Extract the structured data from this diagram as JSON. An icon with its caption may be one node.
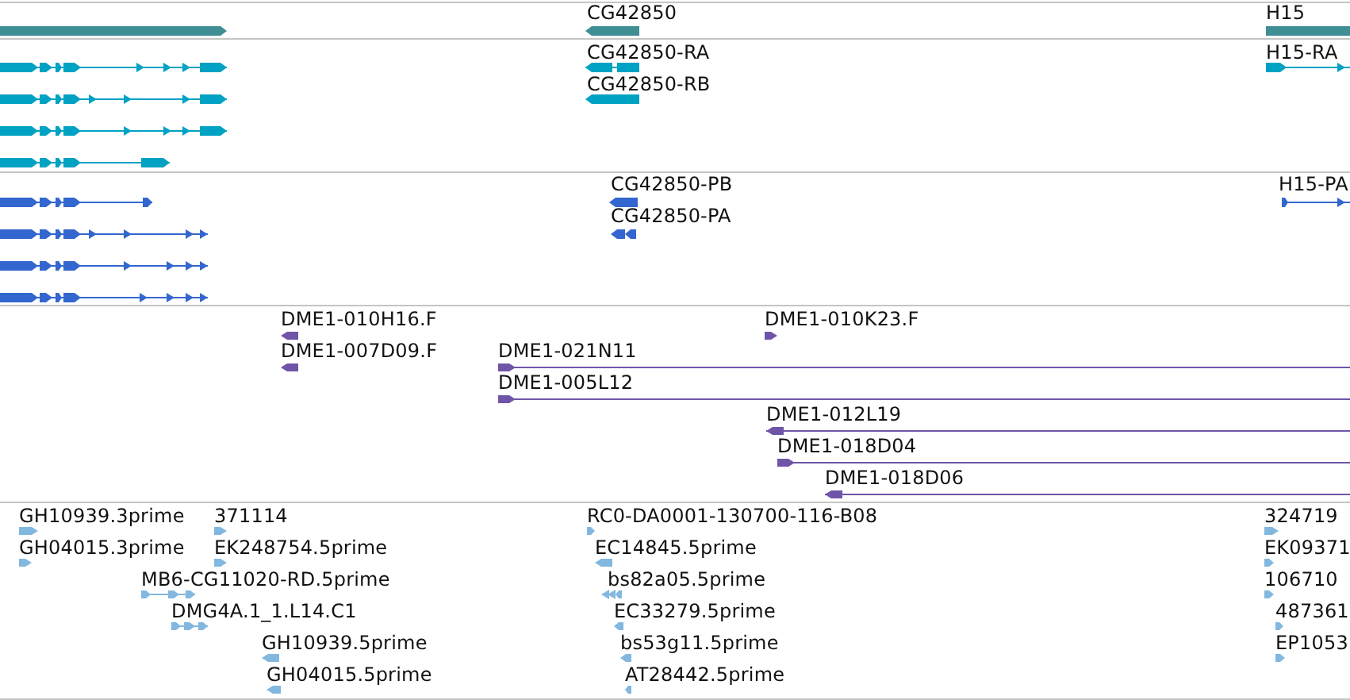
{
  "diagram": {
    "labels": [
      "CG42850",
      "H15",
      "CG42850-RA",
      "H15-RA",
      "CG42850-RB",
      "CG42850-PB",
      "H15-PA",
      "CG42850-PA",
      "DME1-010H16.F",
      "DME1-010K23.F",
      "DME1-007D09.F",
      "DME1-021N11",
      "DME1-005L12",
      "DME1-012L19",
      "DME1-018D04",
      "DME1-018D06",
      "GH10939.3prime",
      "371114",
      "RC0-DA0001-130700-116-B08",
      "324719",
      "GH04015.3prime",
      "EK248754.5prime",
      "EC14845.5prime",
      "EK09371",
      "MB6-CG11020-RD.5prime",
      "bs82a05.5prime",
      "106710",
      "DMG4A.1_1.L14.C1",
      "EC33279.5prime",
      "487361",
      "GH10939.5prime",
      "bs53g11.5prime",
      "EP1053",
      "GH04015.5prime",
      "AT28442.5prime"
    ]
  }
}
